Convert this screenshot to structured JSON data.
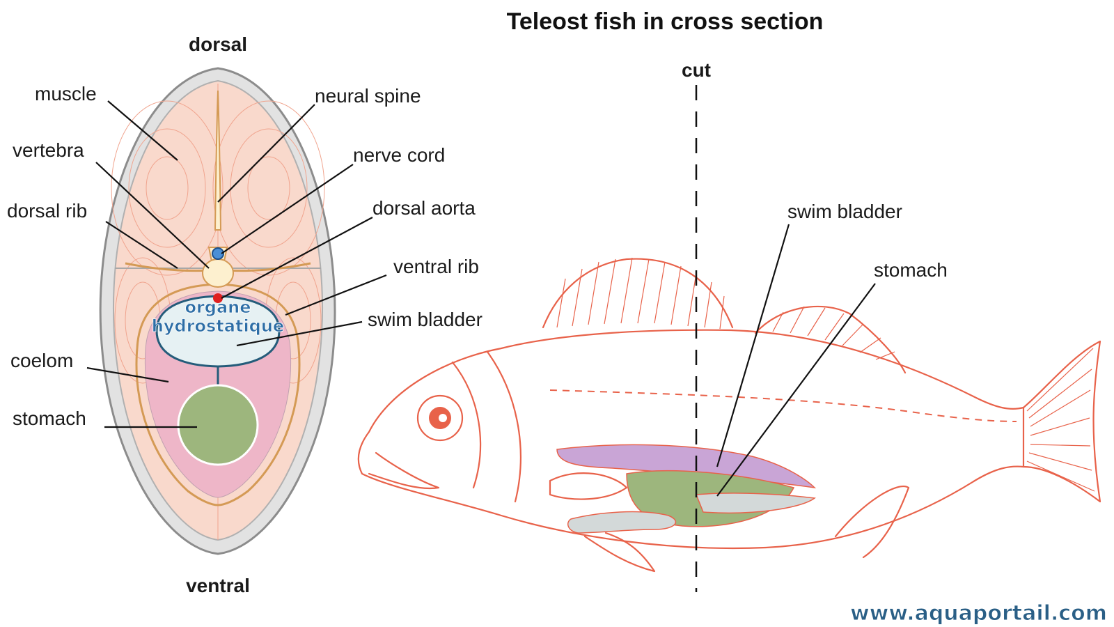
{
  "title": "Teleost fish in cross section",
  "orientation": {
    "dorsal": "dorsal",
    "ventral": "ventral"
  },
  "cut_label": "cut",
  "cross_section_labels": {
    "muscle": "muscle",
    "vertebra": "vertebra",
    "dorsal_rib": "dorsal rib",
    "coelom": "coelom",
    "stomach": "stomach",
    "neural_spine": "neural spine",
    "nerve_cord": "nerve cord",
    "dorsal_aorta": "dorsal aorta",
    "ventral_rib": "ventral rib",
    "swim_bladder": "swim bladder"
  },
  "overlay_text": {
    "line1": "organe",
    "line2": "hydrostatique"
  },
  "fish_labels": {
    "swim_bladder": "swim bladder",
    "stomach": "stomach"
  },
  "watermark": "www.aquaportail.com",
  "colors": {
    "muscle": "#f9d9cc",
    "skin": "#e2e2e2",
    "coelom": "#eeb6c8",
    "stomach": "#9db67d",
    "swim_bladder": "#e6f1f3",
    "vertebra": "#fdf0cf",
    "nerve_cord": "#4a8fd6",
    "aorta": "#e02020",
    "fish_outline": "#e8624a"
  }
}
